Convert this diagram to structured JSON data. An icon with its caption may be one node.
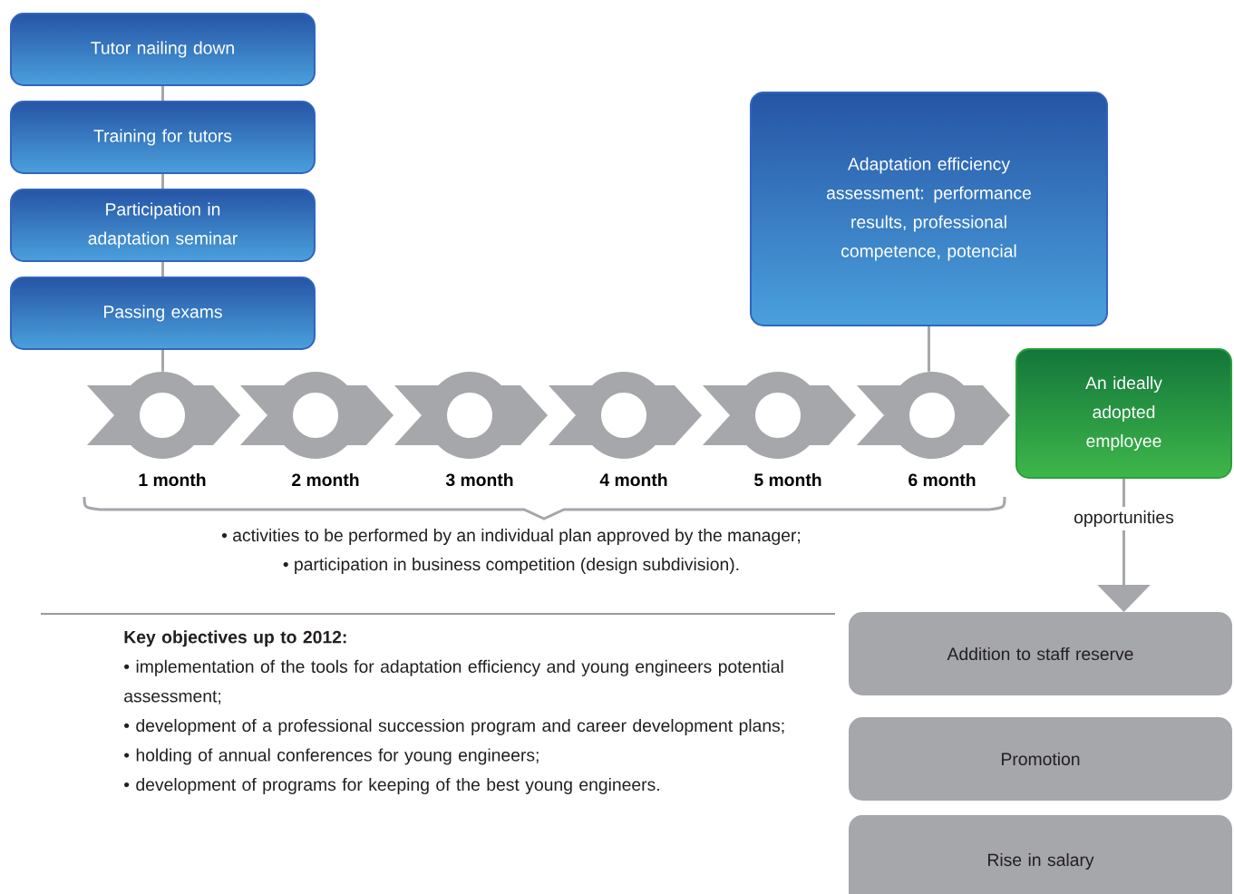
{
  "diagram": {
    "nodes": [
      {
        "text": [
          "Tutor nailing down"
        ]
      },
      {
        "text": [
          "Training for tutors"
        ]
      },
      {
        "text": [
          "Participation in adaptation seminar"
        ]
      },
      {
        "text": [
          "Passing exams"
        ]
      },
      {
        "text": [
          "Adaptation efficiency assessment: performance results, professional competence, potencial"
        ]
      },
      {
        "text": [],
        "shape": "circle",
        "beside": [
          "1 month"
        ]
      },
      {
        "text": [],
        "shape": "circle",
        "beside": [
          "2 month"
        ]
      },
      {
        "text": [],
        "shape": "circle",
        "beside": [
          "3 month"
        ]
      },
      {
        "text": [],
        "shape": "circle",
        "beside": [
          "4 month"
        ]
      },
      {
        "text": [],
        "shape": "circle",
        "beside": [
          "5 month"
        ]
      },
      {
        "text": [],
        "shape": "circle",
        "beside": [
          "6 month"
        ]
      },
      {
        "text": [
          "An ideally adopted employee"
        ]
      },
      {
        "text": [
          "Addition to staff reserve"
        ]
      },
      {
        "text": [
          "Promotion"
        ]
      },
      {
        "text": [
          "Rise in salary"
        ]
      }
    ],
    "edges": [
      {
        "from": 0,
        "to": 1,
        "arrow": "none"
      },
      {
        "from": 1,
        "to": 2,
        "arrow": "none"
      },
      {
        "from": 2,
        "to": 3,
        "arrow": "none"
      },
      {
        "from": 3,
        "to": 5,
        "arrow": "none"
      },
      {
        "from": 4,
        "to": 10,
        "arrow": "none"
      },
      {
        "from": 11,
        "to": 12,
        "arrow": "to",
        "label": "opportunities"
      }
    ],
    "labels": [
      "• activities to be performed by an individual plan approved by the manager;",
      "• participation in business competition (design subdivision).",
      "Key objectives up to 2012:",
      "• implementation of the tools for adaptation efficiency and young engineers potential assessment;",
      "• development of a professional succession program and career development plans;",
      "• holding of annual conferences for young engineers;",
      "• development of programs for keeping of the best young engineers."
    ]
  }
}
